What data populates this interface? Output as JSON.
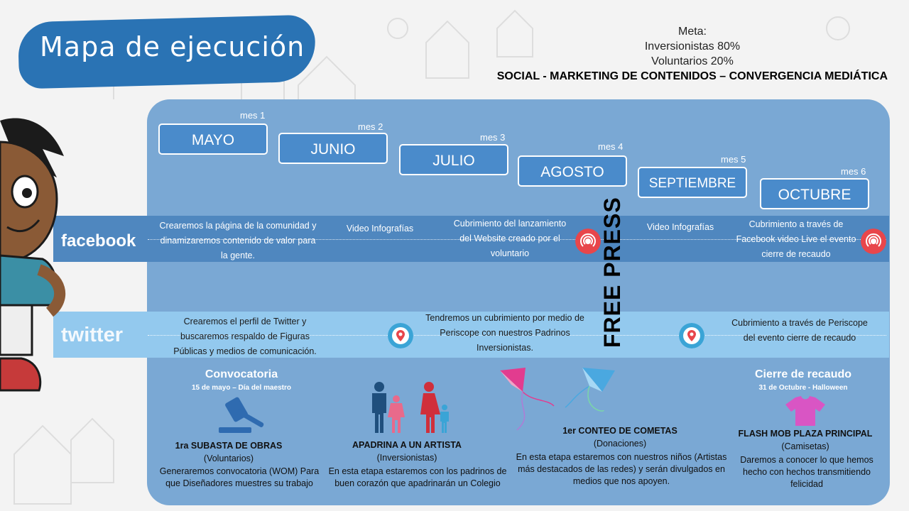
{
  "title": "Mapa de ejecución",
  "meta": {
    "heading": "Meta:",
    "line1": "Inversionistas 80%",
    "line2": "Voluntarios 20%"
  },
  "subtitle": "SOCIAL - MARKETING DE CONTENIDOS – CONVERGENCIA MEDIÁTICA",
  "months": [
    {
      "name": "MAYO",
      "mes": "mes 1"
    },
    {
      "name": "JUNIO",
      "mes": "mes 2"
    },
    {
      "name": "JULIO",
      "mes": "mes 3"
    },
    {
      "name": "AGOSTO",
      "mes": "mes 4"
    },
    {
      "name": "SEPTIEMBRE",
      "mes": "mes 5"
    },
    {
      "name": "OCTUBRE",
      "mes": "mes 6"
    }
  ],
  "facebook": {
    "logo": "facebook",
    "items": [
      "Crearemos la página de la comunidad y dinamizaremos contenido de valor para la gente.",
      "Video Infografías",
      "Cubrimiento del lanzamiento del Website creado por el voluntario",
      "Video Infografías",
      "Cubrimiento a través de Facebook video Live el evento cierre de recaudo"
    ]
  },
  "twitter": {
    "logo": "twitter",
    "items": [
      "Crearemos el perfil de Twitter y buscaremos respaldo de Figuras Públicas y medios de comunicación.",
      "Tendremos un cubrimiento por medio de Periscope con nuestros Padrinos Inversionistas.",
      "Cubrimiento a través de Periscope del evento cierre de recaudo"
    ]
  },
  "free_press": "FREE PRESS",
  "events": {
    "convocatoria": {
      "title": "Convocatoria",
      "date": "15 de mayo – Día del maestro"
    },
    "cierre": {
      "title": "Cierre de recaudo",
      "date": "31 de Octubre - Halloween"
    }
  },
  "blocks": [
    {
      "head": "1ra SUBASTA DE OBRAS",
      "sub": "(Voluntarios)",
      "desc": "Generaremos convocatoria (WOM) Para que Diseñadores muestres su trabajo"
    },
    {
      "head": "APADRINA A UN ARTISTA",
      "sub": "(Inversionistas)",
      "desc": "En esta etapa estaremos con los padrinos de buen corazón que apadrinarán un Colegio"
    },
    {
      "head": "1er CONTEO DE COMETAS",
      "sub": "(Donaciones)",
      "desc": "En esta etapa estaremos con nuestros niños (Artistas más destacados de las redes) y serán divulgados en medios que nos apoyen."
    },
    {
      "head": "FLASH MOB PLAZA PRINCIPAL",
      "sub": "(Camisetas)",
      "desc": "Daremos a conocer lo que hemos hecho con hechos transmitiendo felicidad"
    }
  ],
  "colors": {
    "title_blob": "#2a73b4",
    "panel": "#7aa8d4",
    "month_box": "#4a8bcb",
    "facebook_band": "#4f87bf",
    "twitter_band": "#93c9ee",
    "live_icon": "#e8464b",
    "periscope_icon": "#3aa4d6"
  },
  "icons": [
    "boy-character",
    "live-broadcast-icon",
    "periscope-icon",
    "gavel-icon",
    "family-icon",
    "kite-icon",
    "tshirt-icon"
  ]
}
